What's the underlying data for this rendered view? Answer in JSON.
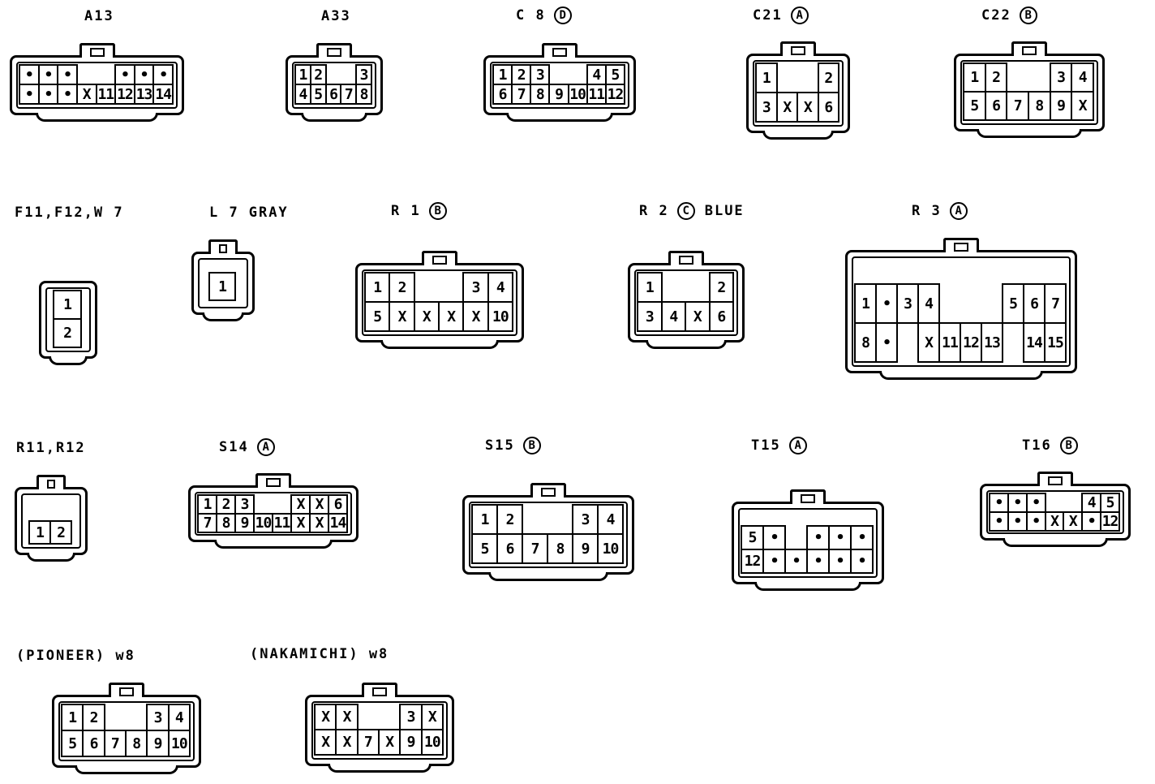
{
  "connectors": [
    {
      "id": "A13",
      "label": "A13",
      "badge": "",
      "extra": "",
      "cols": 8,
      "rows": [
        [
          "•",
          "•",
          "•",
          "",
          "",
          "•",
          "•",
          "•"
        ],
        [
          "•",
          "•",
          "•",
          "X",
          "11",
          "12",
          "13",
          "14"
        ]
      ]
    },
    {
      "id": "A33",
      "label": "A33",
      "badge": "",
      "extra": "",
      "cols": 5,
      "rows": [
        [
          "1",
          "2",
          "",
          "",
          "3"
        ],
        [
          "4",
          "5",
          "6",
          "7",
          "8"
        ]
      ]
    },
    {
      "id": "C8",
      "label": "C 8",
      "badge": "D",
      "extra": "",
      "cols": 7,
      "rows": [
        [
          "1",
          "2",
          "3",
          "",
          "",
          "4",
          "5"
        ],
        [
          "6",
          "7",
          "8",
          "9",
          "10",
          "11",
          "12"
        ]
      ]
    },
    {
      "id": "C21",
      "label": "C21",
      "badge": "A",
      "extra": "",
      "cols": 4,
      "rows": [
        [
          "1",
          "",
          "",
          "2"
        ],
        [
          "3",
          "X",
          "X",
          "6"
        ]
      ]
    },
    {
      "id": "C22",
      "label": "C22",
      "badge": "B",
      "extra": "",
      "cols": 6,
      "rows": [
        [
          "1",
          "2",
          "",
          "",
          "3",
          "4"
        ],
        [
          "5",
          "6",
          "7",
          "8",
          "9",
          "X"
        ]
      ]
    },
    {
      "id": "F11",
      "label": "F11,F12,W 7",
      "badge": "",
      "extra": "",
      "cols": 1,
      "rows": [
        [
          "1"
        ],
        [
          "2"
        ]
      ]
    },
    {
      "id": "L7",
      "label": "L 7",
      "badge": "",
      "extra": "GRAY",
      "cols": 1,
      "rows": [
        [
          "1"
        ]
      ]
    },
    {
      "id": "R1",
      "label": "R 1",
      "badge": "B",
      "extra": "",
      "cols": 6,
      "rows": [
        [
          "1",
          "2",
          "",
          "",
          "3",
          "4"
        ],
        [
          "5",
          "X",
          "X",
          "X",
          "X",
          "10"
        ]
      ]
    },
    {
      "id": "R2",
      "label": "R 2",
      "badge": "C",
      "extra": "BLUE",
      "cols": 4,
      "rows": [
        [
          "1",
          "",
          "",
          "2"
        ],
        [
          "3",
          "4",
          "X",
          "6"
        ]
      ]
    },
    {
      "id": "R3",
      "label": "R 3",
      "badge": "A",
      "extra": "",
      "cols": 10,
      "rows": [
        [
          "1",
          "•",
          "3",
          "4",
          "",
          "",
          "",
          "5",
          "6",
          "7"
        ],
        [
          "8",
          "•",
          "",
          "X",
          "11",
          "12",
          "13",
          "",
          "14",
          "15"
        ]
      ]
    },
    {
      "id": "R11",
      "label": "R11,R12",
      "badge": "",
      "extra": "",
      "cols": 2,
      "rows": [
        [
          "1",
          "2"
        ]
      ]
    },
    {
      "id": "S14",
      "label": "S14",
      "badge": "A",
      "extra": "",
      "cols": 8,
      "rows": [
        [
          "1",
          "2",
          "3",
          "",
          "",
          "X",
          "X",
          "6"
        ],
        [
          "7",
          "8",
          "9",
          "10",
          "11",
          "X",
          "X",
          "14"
        ]
      ]
    },
    {
      "id": "S15",
      "label": "S15",
      "badge": "B",
      "extra": "",
      "cols": 6,
      "rows": [
        [
          "1",
          "2",
          "",
          "",
          "3",
          "4"
        ],
        [
          "5",
          "6",
          "7",
          "8",
          "9",
          "10"
        ]
      ]
    },
    {
      "id": "T15",
      "label": "T15",
      "badge": "A",
      "extra": "",
      "cols": 6,
      "rows": [
        [
          "5",
          "•",
          "",
          "•",
          "•",
          "•"
        ],
        [
          "12",
          "•",
          "•",
          "•",
          "•",
          "•"
        ]
      ]
    },
    {
      "id": "T16",
      "label": "T16",
      "badge": "B",
      "extra": "",
      "cols": 7,
      "rows": [
        [
          "•",
          "•",
          "•",
          "",
          "",
          "4",
          "5"
        ],
        [
          "•",
          "•",
          "•",
          "X",
          "X",
          "•",
          "12"
        ]
      ]
    },
    {
      "id": "W8P",
      "label": "(PIONEER) w8",
      "badge": "",
      "extra": "",
      "cols": 6,
      "rows": [
        [
          "1",
          "2",
          "",
          "",
          "3",
          "4"
        ],
        [
          "5",
          "6",
          "7",
          "8",
          "9",
          "10"
        ]
      ]
    },
    {
      "id": "W8N",
      "label": "(NAKAMICHI) w8",
      "badge": "",
      "extra": "",
      "cols": 6,
      "rows": [
        [
          "X",
          "X",
          "",
          "",
          "3",
          "X"
        ],
        [
          "X",
          "X",
          "7",
          "X",
          "9",
          "10"
        ]
      ]
    }
  ]
}
